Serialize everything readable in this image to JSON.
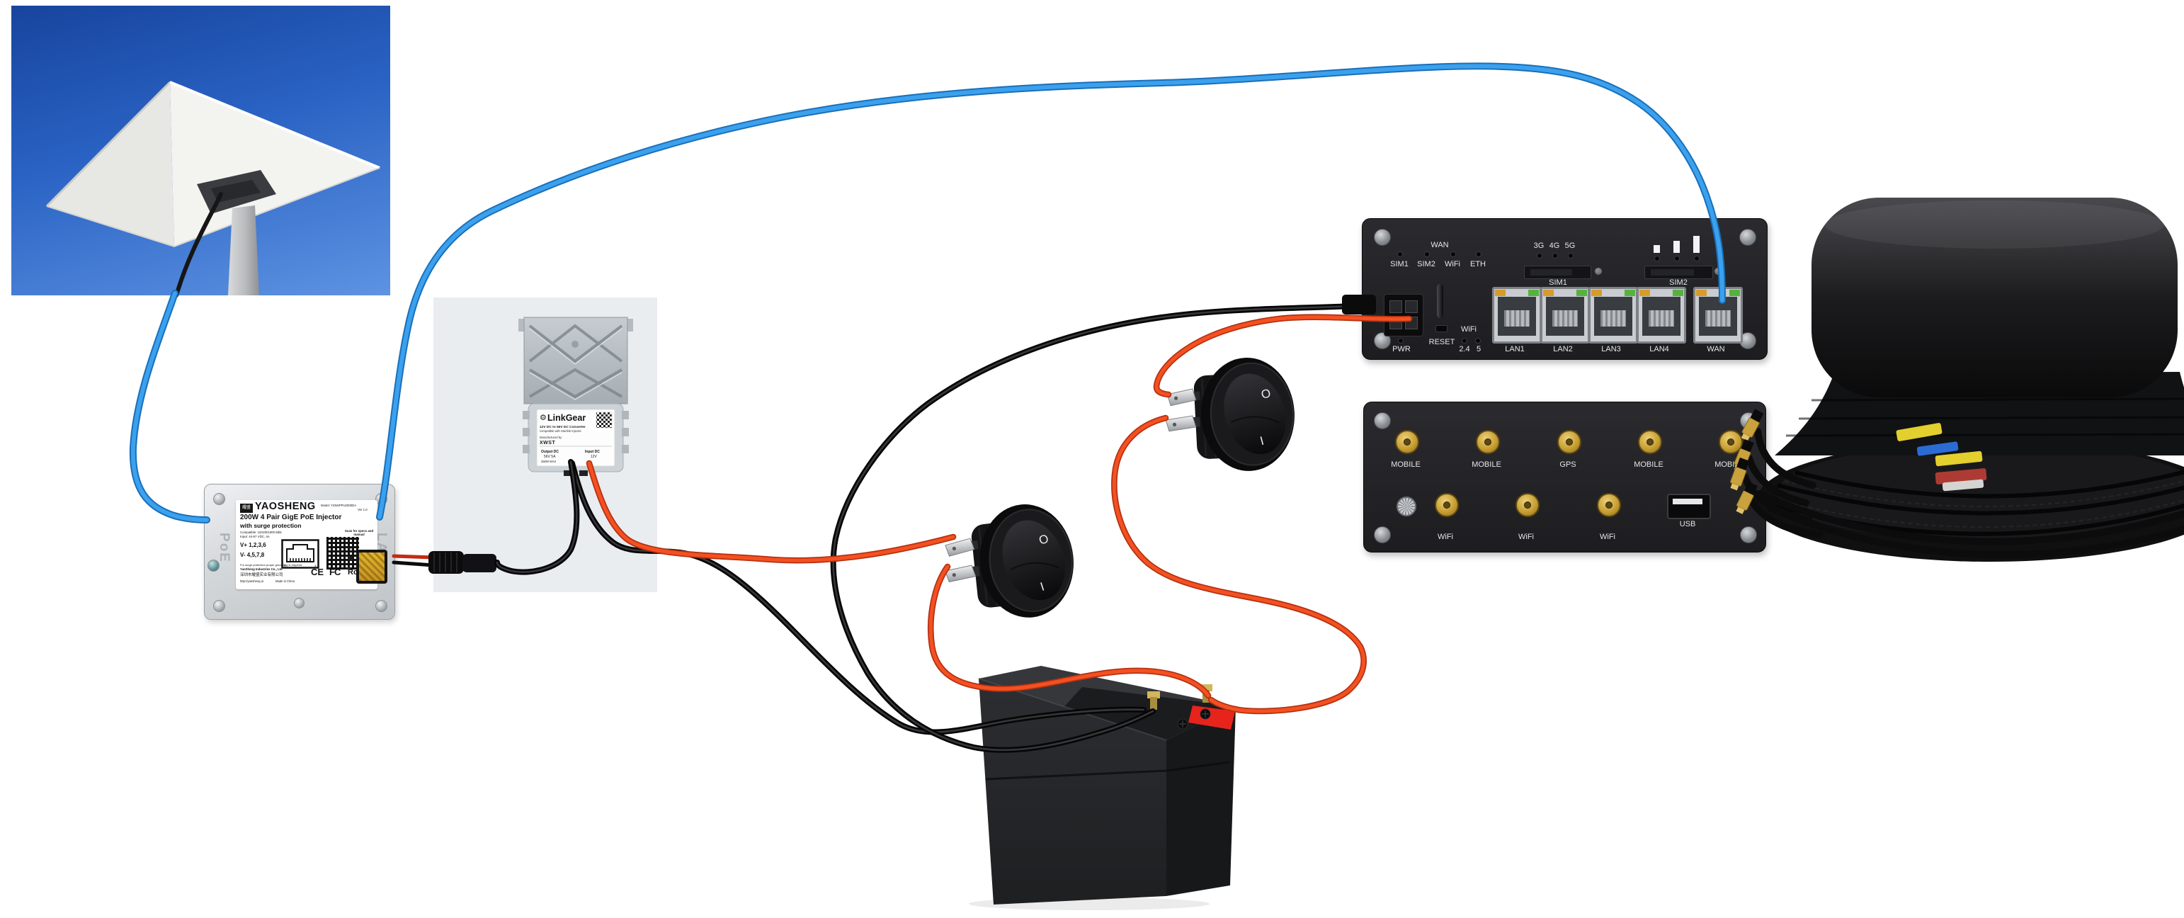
{
  "injector": {
    "side_label_left": "PoE",
    "side_label_right": "LAN",
    "logo_glyphs": "耀盛",
    "brand": "YAOSHENG",
    "model": "Model: YSNSPPU2000DA",
    "version": "Ver 1.0",
    "product": "200W 4 Pair GigE PoE Injector",
    "feature": "with surge protection",
    "spec_compat": "Compatible: 10/100/1000 Mbit",
    "spec_input": "Input: 44-57 VDC, 4A",
    "scan_note": "Scan for specs and manual",
    "pinout_plus": "V+ 1,2,3,6",
    "pinout_minus": "V- 4,5,7,8",
    "pin8": "8",
    "pin1": "1",
    "ground_note": "For surge protection proper grounding is required",
    "company_en": "YaoSheng Industries Co., Ltd",
    "company_cn": "深圳市耀盛实业有限公司",
    "website": "http://yaosheng.io",
    "made_in": "Made in China",
    "cert_ce": "CE",
    "cert_fcc": "FC",
    "cert_rohs": "RoHS",
    "minus_mark": "−",
    "plus_mark": "+"
  },
  "converter": {
    "brand": "LinkGear",
    "gear_glyph": "⚙",
    "desc1": "12V DC to 56V DC Converter",
    "desc2": "compatible with Starlink Injector",
    "mfg_label": "Manufactured by",
    "mfg_name": "XWST",
    "output_label": "Output DC",
    "output_value": "56V 5A",
    "output_max": "250W MAX",
    "input_label": "Input DC",
    "input_value": "12V"
  },
  "switch": {
    "off_mark": "O",
    "on_mark": "I"
  },
  "router_front": {
    "wan_led": "WAN",
    "status_leds": [
      "SIM1",
      "SIM2",
      "WiFi",
      "ETH"
    ],
    "net_leds": [
      "3G",
      "4G",
      "5G"
    ],
    "sim_slots": [
      "SIM1",
      "SIM2"
    ],
    "ports": [
      "LAN1",
      "LAN2",
      "LAN3",
      "LAN4",
      "WAN"
    ],
    "pwr_label": "PWR",
    "reset_label": "RESET",
    "wifi_label": "WiFi",
    "wifi_bands": [
      "2.4",
      "5"
    ]
  },
  "router_back": {
    "antenna_top": [
      "MOBILE",
      "MOBILE",
      "GPS",
      "MOBILE",
      "MOBILE"
    ],
    "antenna_bottom": [
      "WiFi",
      "WiFi",
      "WiFi"
    ],
    "usb_label": "USB"
  },
  "colors": {
    "ethernet_cable": "#2f9ae8",
    "dc_positive": "#ee4a1d",
    "dc_negative": "#141414",
    "battery_positive_mark": "#e6241c"
  }
}
